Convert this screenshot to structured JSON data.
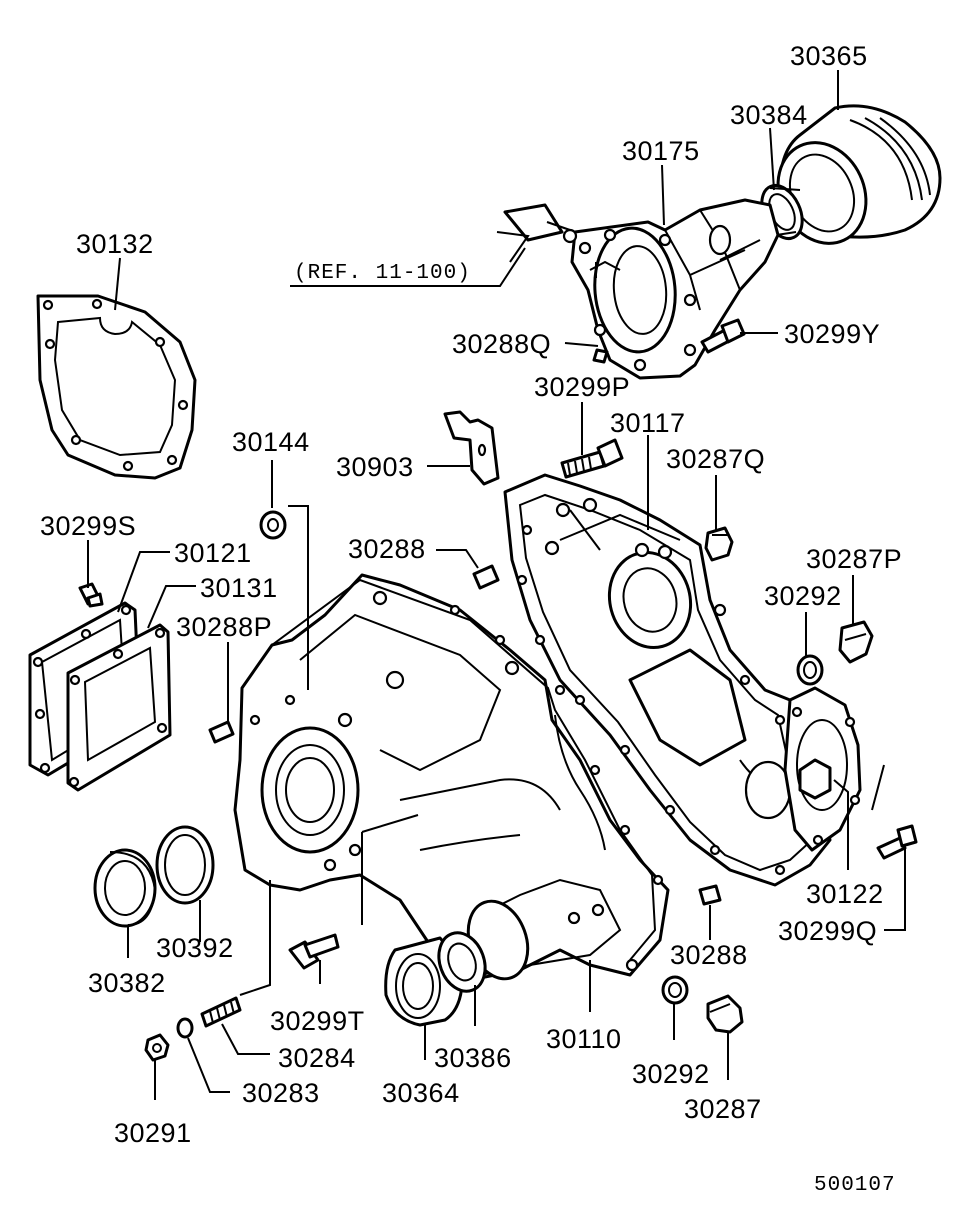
{
  "labels": {
    "p30365": "30365",
    "p30384": "30384",
    "p30175": "30175",
    "p30132": "30132",
    "ref": "(REF. 11-100)",
    "p30288Q": "30288Q",
    "p30299Y": "30299Y",
    "p30299P": "30299P",
    "p30117": "30117",
    "p30144": "30144",
    "p30903": "30903",
    "p30287Q": "30287Q",
    "p30299S": "30299S",
    "p30121": "30121",
    "p30288": "30288",
    "p30287P": "30287P",
    "p30131": "30131",
    "p30292": "30292",
    "p30288P": "30288P",
    "p30122": "30122",
    "p30299Q": "30299Q",
    "p30382": "30382",
    "p30392": "30392",
    "p30288b": "30288",
    "p30299T": "30299T",
    "p30110": "30110",
    "p30284": "30284",
    "p30386": "30386",
    "p30292b": "30292",
    "p30283": "30283",
    "p30364": "30364",
    "p30287": "30287",
    "p30291": "30291",
    "footer": "500107"
  }
}
